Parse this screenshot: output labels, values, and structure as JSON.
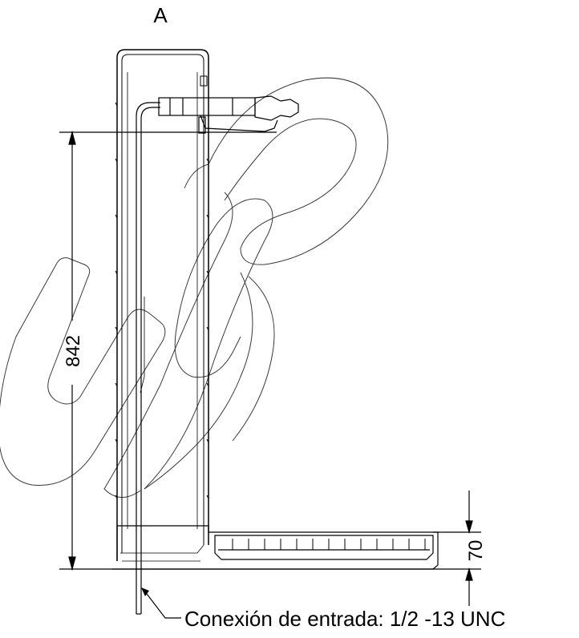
{
  "view_label": "A",
  "dimensions": {
    "height_total": "842",
    "base_height": "70"
  },
  "callout": {
    "inlet_connection": "Conexión de entrada: 1/2 -13 UNC"
  },
  "colors": {
    "line": "#000000",
    "watermark": "#3a3a3a",
    "background": "#ffffff"
  },
  "watermark_icon": "outlined-letters-logo"
}
